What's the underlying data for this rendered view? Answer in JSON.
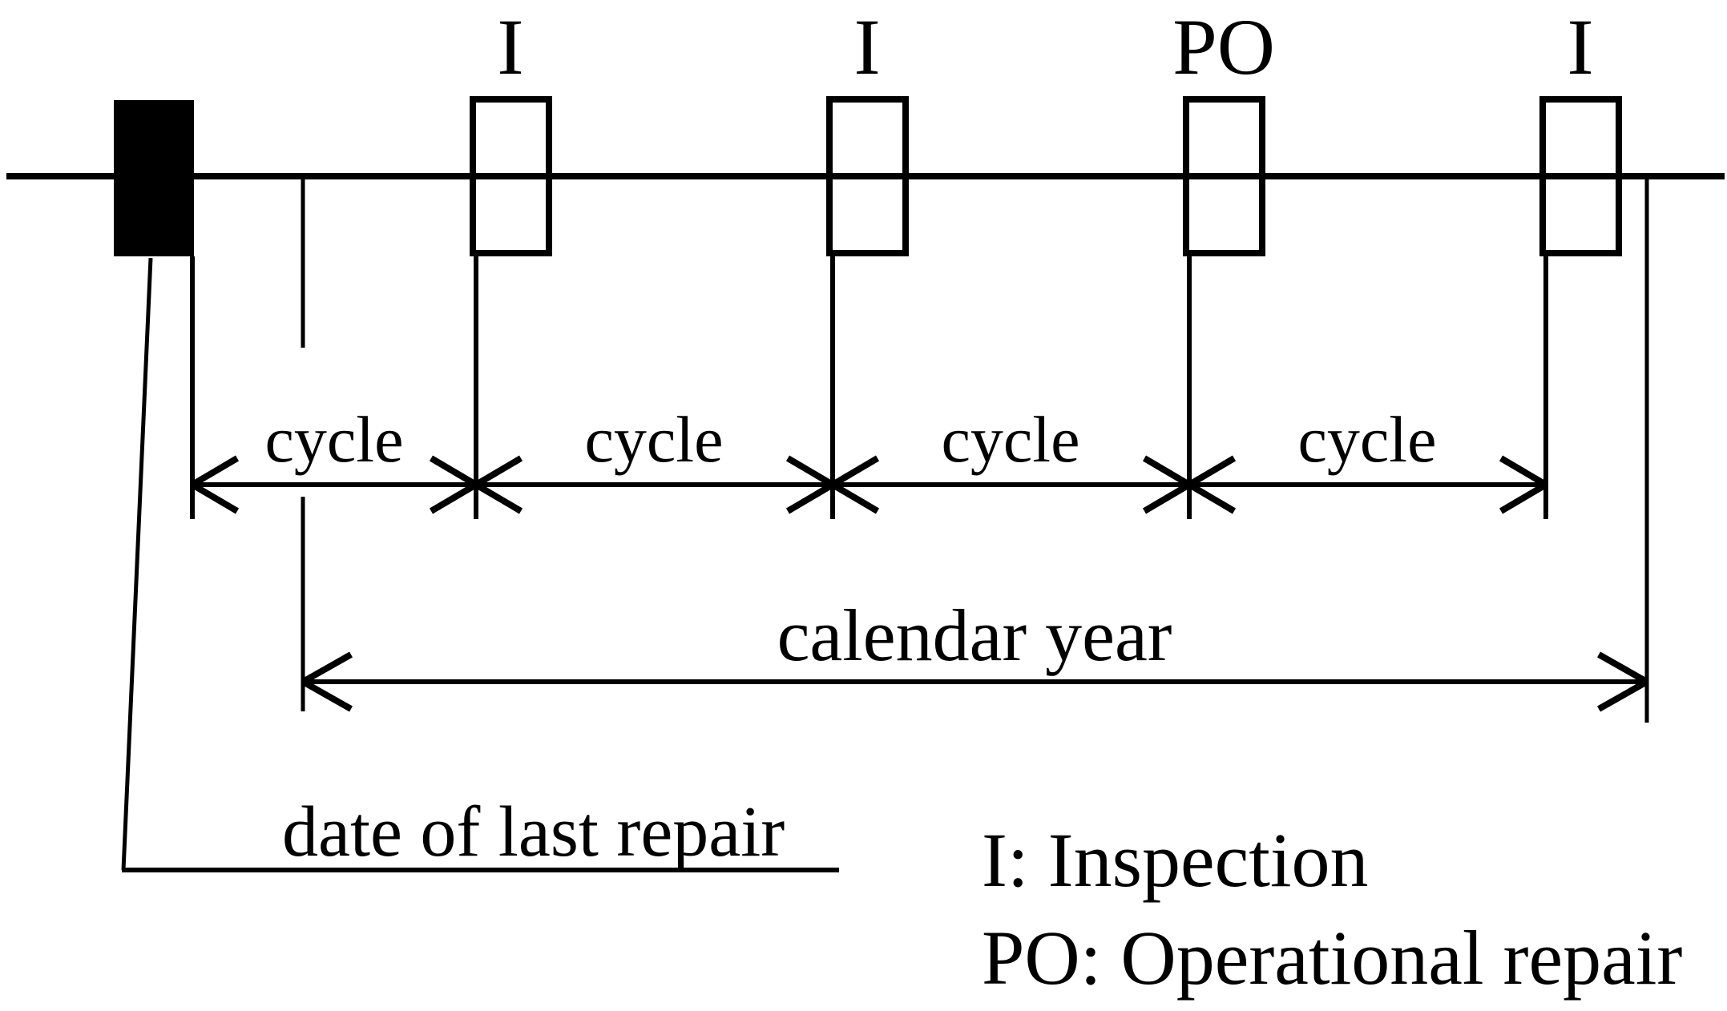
{
  "figure": {
    "ink_color": "#000000",
    "background_color": "#ffffff",
    "events": [
      {
        "label": "I"
      },
      {
        "label": "I"
      },
      {
        "label": "PO"
      },
      {
        "label": "I"
      }
    ],
    "cycles": [
      {
        "label": "cycle"
      },
      {
        "label": "cycle"
      },
      {
        "label": "cycle"
      },
      {
        "label": "cycle"
      }
    ],
    "calendar_arrow_label": "calendar year",
    "repair_pointer_label": "date of last repair",
    "legend": [
      {
        "text": "I: Inspection"
      },
      {
        "text": "PO: Operational repair"
      }
    ]
  }
}
